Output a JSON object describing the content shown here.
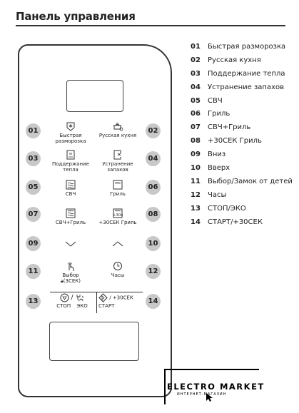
{
  "header": {
    "title": "Панель управления"
  },
  "buttons": [
    {
      "num": "01",
      "label": "Быстрая разморозка"
    },
    {
      "num": "02",
      "label": "Русская кухня"
    },
    {
      "num": "03",
      "label": "Поддержание тепла"
    },
    {
      "num": "04",
      "label": "Устранение запахов"
    },
    {
      "num": "05",
      "label": "СВЧ"
    },
    {
      "num": "06",
      "label": "Гриль"
    },
    {
      "num": "07",
      "label": "СВЧ+Гриль"
    },
    {
      "num": "08",
      "label": "+30СЕК Гриль"
    },
    {
      "num": "09",
      "label": "Вниз"
    },
    {
      "num": "10",
      "label": "Вверх"
    },
    {
      "num": "11",
      "label": "Выбор/Замок от детей"
    },
    {
      "num": "12",
      "label": "Часы"
    },
    {
      "num": "13",
      "label": "СТОП/ЭКО"
    },
    {
      "num": "14",
      "label": "СТАРТ/+30СЕК"
    }
  ],
  "panel": {
    "b01a": "Быстрая",
    "b01b": "разморозка",
    "b02": "Русская кухня",
    "b03a": "Поддержание",
    "b03b": "тепла",
    "b04a": "Устранение",
    "b04b": "запахов",
    "b05": "СВЧ",
    "b06": "Гриль",
    "b07": "СВЧ+Гриль",
    "b08": "+30СЕК Гриль",
    "b08icon": "+30s",
    "b11a": "Выбор",
    "b11b": "(3СЕК)",
    "b12": "Часы",
    "b13stop": "СТОП",
    "b13eco": "ЭКО",
    "b14a": "/ +30СЕК",
    "b14b": "СТАРТ",
    "b13slash": "/"
  },
  "logo": {
    "main": "ELECTRO MARKET",
    "sub": "ИНТЕРНЕТ-МАГАЗИН"
  }
}
